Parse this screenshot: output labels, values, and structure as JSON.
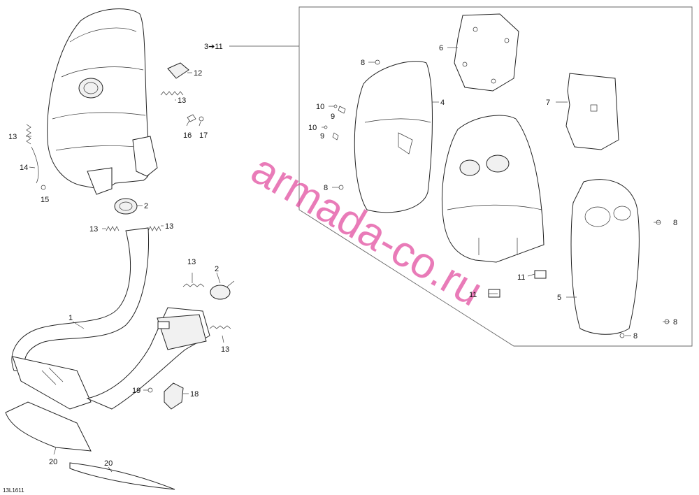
{
  "callouts": {
    "c1": "1",
    "c2a": "2",
    "c2b": "2",
    "c3to11": "3➔11",
    "c4": "4",
    "c5": "5",
    "c6": "6",
    "c7": "7",
    "c8a": "8",
    "c8b": "8",
    "c8c": "8",
    "c8d": "8",
    "c8e": "8",
    "c9a": "9",
    "c9b": "9",
    "c10a": "10",
    "c10b": "10",
    "c11a": "11",
    "c11b": "11",
    "c12": "12",
    "c13a": "13",
    "c13b": "13",
    "c13c": "13",
    "c13d": "13",
    "c13e": "13",
    "c13f": "13",
    "c14": "14",
    "c15": "15",
    "c16": "16",
    "c17": "17",
    "c18": "18",
    "c19": "19",
    "c20a": "20",
    "c20b": "20"
  },
  "reference_code": "13L1611",
  "watermark": "armada-co.ru",
  "colors": {
    "watermark": "#e0439a",
    "line": "#222222",
    "background": "#ffffff"
  }
}
